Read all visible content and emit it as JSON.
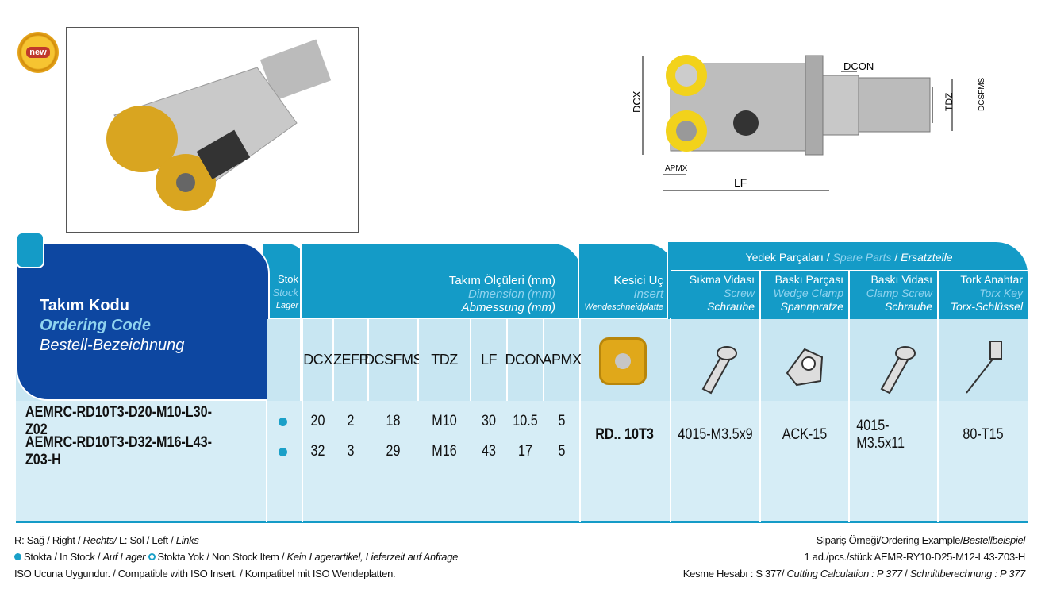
{
  "badge": "new",
  "diagram_labels": {
    "dcx": "DCX",
    "dcon": "DCON",
    "tdz": "TDZ",
    "dcsfms": "DCSFMS",
    "apmx": "APMX",
    "lf": "LF"
  },
  "table": {
    "ordering": {
      "tr": "Takım Kodu",
      "en": "Ordering Code",
      "de": "Bestell-Bezeichnung"
    },
    "stock": {
      "tr": "Stok",
      "en": "Stock",
      "de": "Lager"
    },
    "dimension": {
      "tr": "Takım Ölçüleri (mm)",
      "en": "Dimension (mm)",
      "de": "Abmessung (mm)"
    },
    "insert": {
      "tr": "Kesici Uç",
      "en": "Insert",
      "de": "Wendeschneidplatte"
    },
    "spare": {
      "tr": "Yedek Parçaları",
      "en": "Spare Parts",
      "de": "Ersatzteile"
    },
    "spare_cols": [
      {
        "tr": "Sıkma Vidası",
        "en": "Screw",
        "de": "Schraube",
        "icon": "screw-icon"
      },
      {
        "tr": "Baskı Parçası",
        "en": "Wedge Clamp",
        "de": "Spannpratze",
        "icon": "wedge-clamp-icon"
      },
      {
        "tr": "Baskı Vidası",
        "en": "Clamp Screw",
        "de": "Schraube",
        "icon": "clamp-screw-icon"
      },
      {
        "tr": "Tork Anahtar",
        "en": "Torx Key",
        "de": "Torx-Schlüssel",
        "icon": "torx-key-icon"
      }
    ],
    "dim_cols": [
      "DCX",
      "ZEFP",
      "DCSFMS",
      "TDZ",
      "LF",
      "DCON",
      "APMX"
    ],
    "rows": [
      {
        "code": "AEMRC-RD10T3-D20-M10-L30-Z02",
        "stock": "in",
        "dims": [
          "20",
          "2",
          "18",
          "M10",
          "30",
          "10.5",
          "5"
        ]
      },
      {
        "code": "AEMRC-RD10T3-D32-M16-L43-Z03-H",
        "stock": "in",
        "dims": [
          "32",
          "3",
          "29",
          "M16",
          "43",
          "17",
          "5"
        ]
      }
    ],
    "insert_value": "RD.. 10T3",
    "spare_values": [
      "4015-M3.5x9",
      "ACK-15",
      "4015-M3.5x11",
      "80-T15"
    ]
  },
  "footer": {
    "l1": {
      "a": "R: Sağ / Right / ",
      "b": "Rechts/",
      "c": "  L: Sol / Left / ",
      "d": "Links"
    },
    "l2": {
      "a": "Stokta / In Stock / ",
      "b": "Auf Lager",
      "c": "Stokta Yok / Non Stock Item / ",
      "d": "Kein Lagerartikel, Lieferzeit auf Anfrage"
    },
    "l3": "ISO Ucuna Uygundur. / Compatible with ISO Insert. / Kompatibel mit ISO Wendeplatten.",
    "r1": {
      "a": "Sipariş Örneği/Ordering Example/",
      "b": "Bestellbeispiel"
    },
    "r2": "1 ad./pcs./stück  AEMR-RY10-D25-M12-L43-Z03-H",
    "r3": {
      "a": "Kesme Hesabı : S 377/ ",
      "b": "Cutting Calculation : P 377",
      "c": " / ",
      "d": "Schnittberechnung : P 377"
    }
  }
}
